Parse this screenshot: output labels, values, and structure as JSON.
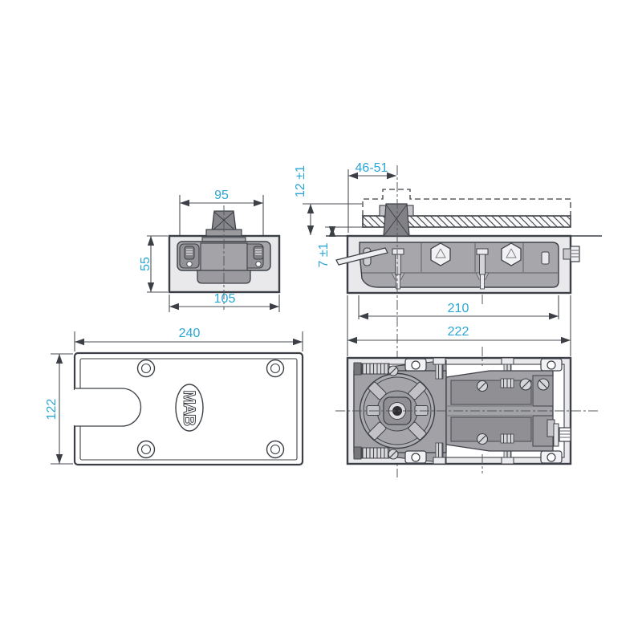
{
  "drawing": {
    "colors": {
      "dimension_text": "#2aa6d5",
      "line": "#3c4046",
      "light_fill": "#e9e9eb",
      "body_fill": "#a7a7ab",
      "dark_fill": "#85858a"
    },
    "dimensions": {
      "front_top": "95",
      "front_height": "55",
      "front_bottom": "105",
      "spindle_offset": "46-51",
      "door_clearance": "12 ±1",
      "spindle_height": "7 ±1",
      "body_length": "210",
      "box_length": "222",
      "cover_length": "240",
      "cover_width": "122"
    },
    "logo_text": "MAB"
  }
}
